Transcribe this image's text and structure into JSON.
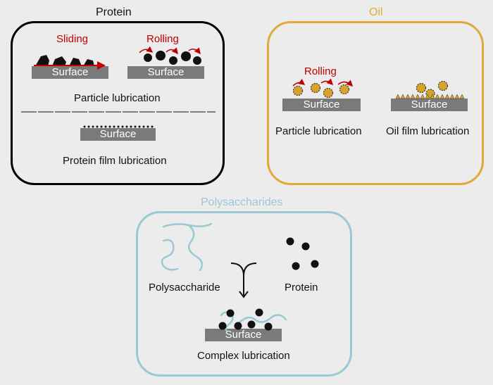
{
  "protein": {
    "title": "Protein",
    "sliding": "Sliding",
    "rolling": "Rolling",
    "surface": "Surface",
    "particle_lubrication": "Particle lubrication",
    "protein_film_lubrication": "Protein film lubrication"
  },
  "oil": {
    "title": "Oil",
    "rolling": "Rolling",
    "surface": "Surface",
    "particle_lubrication": "Particle lubrication",
    "oil_film_lubrication": "Oil film lubrication"
  },
  "polysaccharides": {
    "title": "Polysaccharides",
    "polysaccharide_label": "Polysaccharide",
    "protein_label": "Protein",
    "surface": "Surface",
    "complex_lubrication": "Complex lubrication"
  },
  "colors": {
    "protein_border": "#000000",
    "oil_border": "#e0a93a",
    "oil_title": "#e0a93a",
    "polysaccharides_border": "#9cc8d4",
    "polysaccharides_title": "#9cc8d4",
    "red_label": "#c00000",
    "surface_fill": "#7a7a7a"
  }
}
